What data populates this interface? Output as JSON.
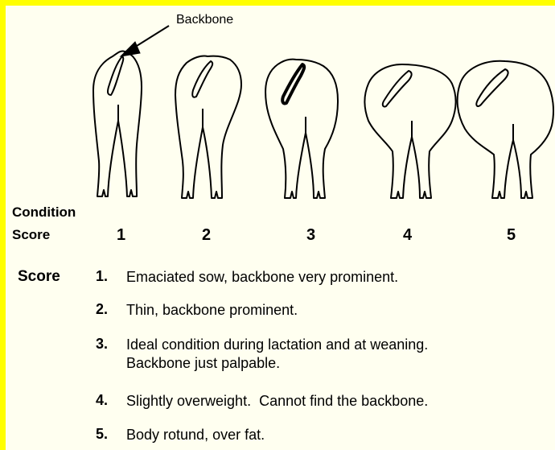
{
  "figure": {
    "pointer_label": "Backbone",
    "axis_label_line1": "Condition",
    "axis_label_line2": "Score",
    "score_numbers": [
      "1",
      "2",
      "3",
      "4",
      "5"
    ]
  },
  "legend": {
    "heading": "Score",
    "items": [
      {
        "number": "1.",
        "text": "Emaciated sow, backbone very prominent."
      },
      {
        "number": "2.",
        "text": "Thin, backbone prominent."
      },
      {
        "number": "3.",
        "text": "Ideal condition during lactation and at weaning.",
        "text2": "Backbone just palpable."
      },
      {
        "number": "4.",
        "text": "Slightly overweight.  Cannot find the backbone."
      },
      {
        "number": "5.",
        "text": "Body rotund, over fat."
      }
    ]
  },
  "colors": {
    "border": "#ffff00",
    "background": "#fffff0",
    "ink": "#000000"
  }
}
